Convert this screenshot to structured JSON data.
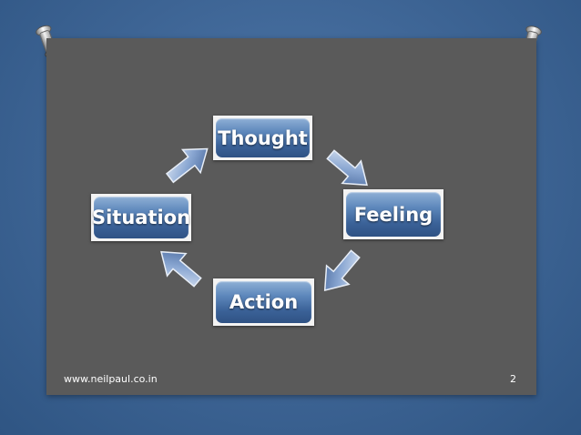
{
  "diagram": {
    "nodes": {
      "thought": "Thought",
      "feeling": "Feeling",
      "action": "Action",
      "situation": "Situation"
    }
  },
  "footer": {
    "url": "www.neilpaul.co.in",
    "page_number": "2"
  },
  "colors": {
    "background": "#3d6494",
    "slide": "#5a5a5a",
    "node_gradient_top": "#8fb0d6",
    "node_gradient_bottom": "#2f5284",
    "arrow": "#6f8fc0"
  },
  "icons": [
    "pushpin-icon",
    "pushpin-icon"
  ]
}
